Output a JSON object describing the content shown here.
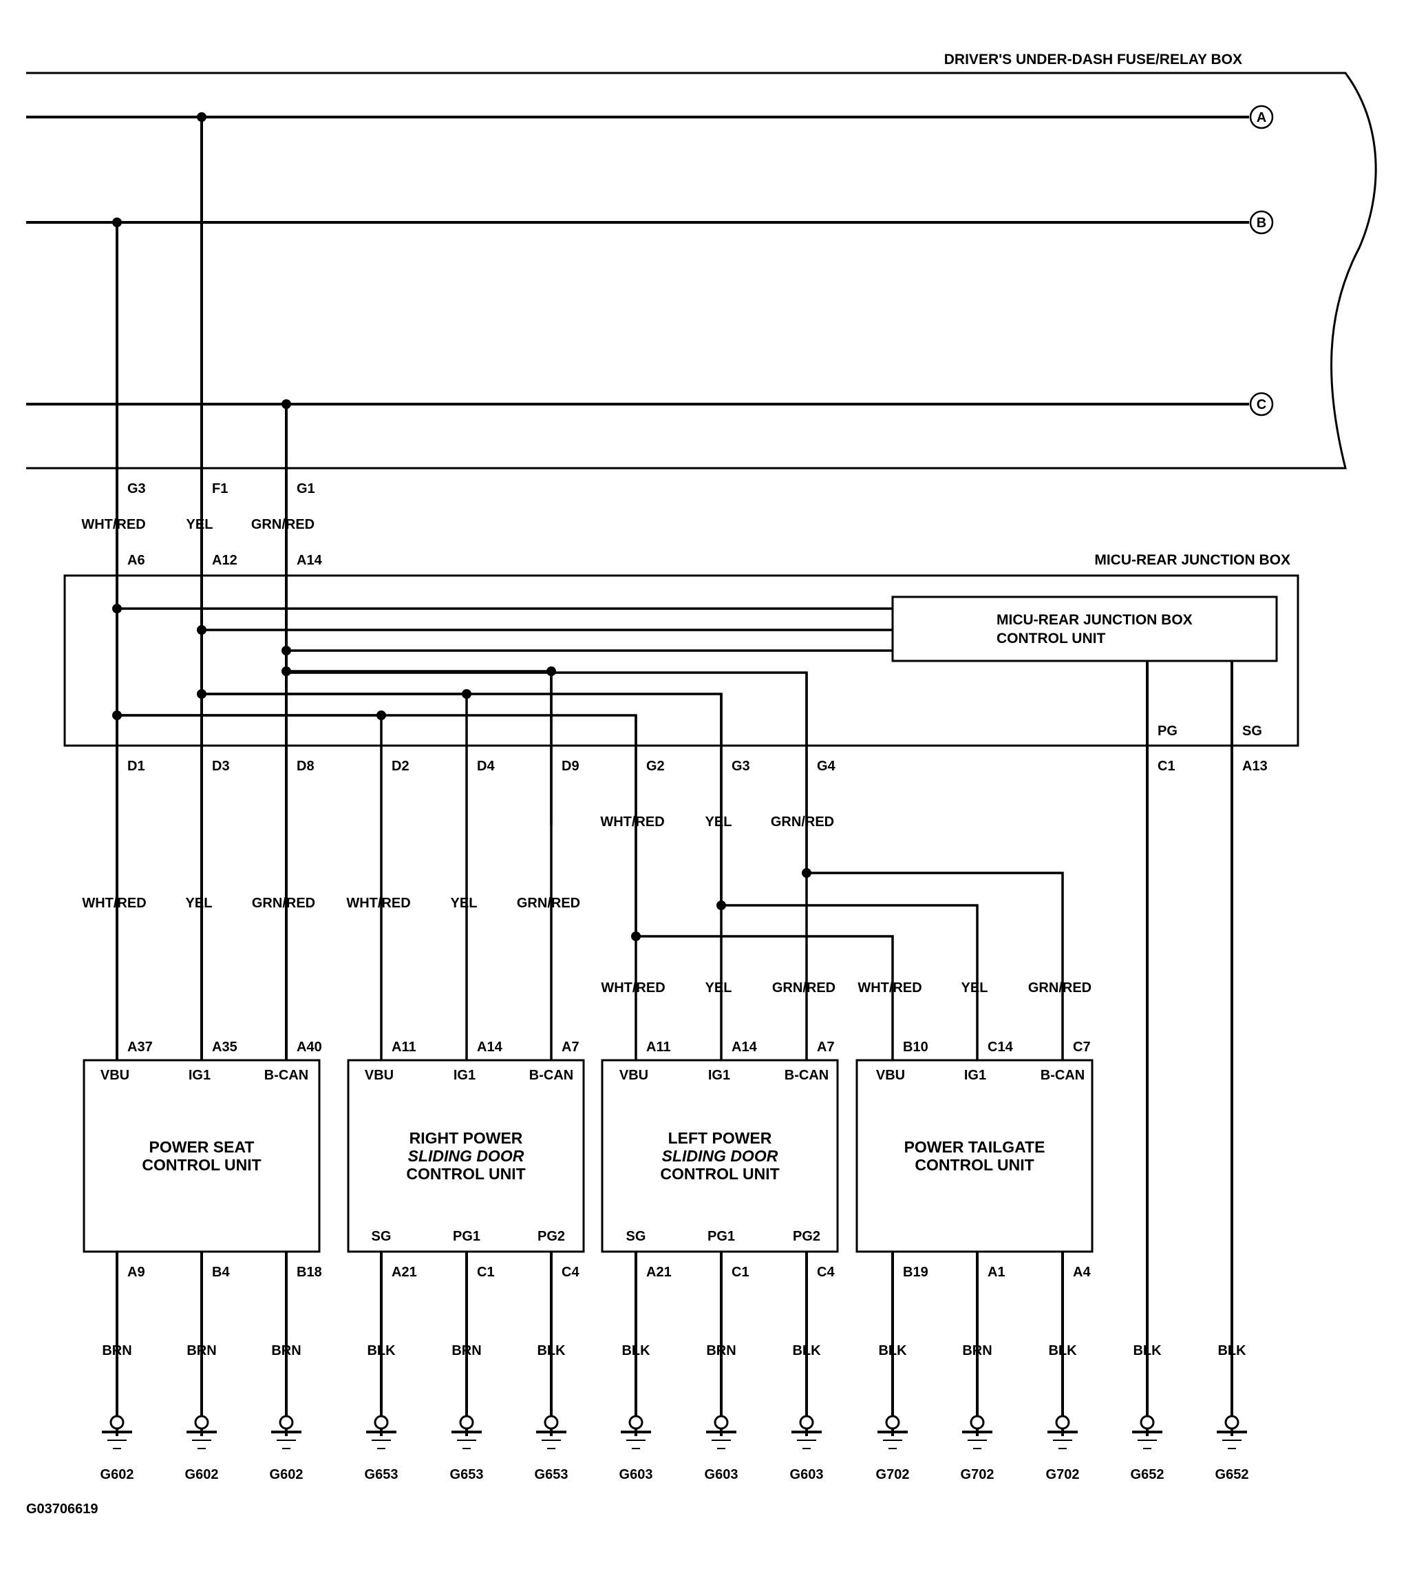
{
  "fuse_box": {
    "title": "DRIVER'S UNDER-DASH FUSE/RELAY BOX",
    "buses": [
      {
        "id": "A"
      },
      {
        "id": "B"
      },
      {
        "id": "C"
      }
    ]
  },
  "upper_wires": [
    {
      "terminal": "G3",
      "color": "WHT/RED",
      "micu_terminal": "A6"
    },
    {
      "terminal": "F1",
      "color": "YEL",
      "micu_terminal": "A12"
    },
    {
      "terminal": "G1",
      "color": "GRN/RED",
      "micu_terminal": "A14"
    }
  ],
  "micu": {
    "title": "MICU-REAR JUNCTION BOX",
    "control_unit": [
      "MICU-REAR JUNCTION BOX",
      "CONTROL UNIT"
    ],
    "pg": {
      "label": "PG",
      "terminal": "C1",
      "wire": "BLK",
      "ground": "G652"
    },
    "sg": {
      "label": "SG",
      "terminal": "A13",
      "wire": "BLK",
      "ground": "G652"
    },
    "outputs": [
      "D1",
      "D3",
      "D8",
      "D2",
      "D4",
      "D9",
      "G2",
      "G3",
      "G4"
    ]
  },
  "mid_wire_labels": [
    "WHT/RED",
    "YEL",
    "GRN/RED"
  ],
  "units": [
    {
      "name": [
        "POWER SEAT",
        "CONTROL UNIT"
      ],
      "italic_line": -1,
      "top_terminals": [
        "A37",
        "A35",
        "A40"
      ],
      "top_pins": [
        "VBU",
        "IG1",
        "B-CAN"
      ],
      "bottom_pins": [
        "",
        "",
        ""
      ],
      "bottom_terminals": [
        "A9",
        "B4",
        "B18"
      ],
      "ground_wires": [
        "BRN",
        "BRN",
        "BRN"
      ],
      "grounds": [
        "G602",
        "G602",
        "G602"
      ]
    },
    {
      "name": [
        "RIGHT POWER",
        "SLIDING DOOR",
        "CONTROL UNIT"
      ],
      "italic_line": 1,
      "top_terminals": [
        "A11",
        "A14",
        "A7"
      ],
      "top_pins": [
        "VBU",
        "IG1",
        "B-CAN"
      ],
      "bottom_pins": [
        "SG",
        "PG1",
        "PG2"
      ],
      "bottom_terminals": [
        "A21",
        "C1",
        "C4"
      ],
      "ground_wires": [
        "BLK",
        "BRN",
        "BLK"
      ],
      "grounds": [
        "G653",
        "G653",
        "G653"
      ]
    },
    {
      "name": [
        "LEFT POWER",
        "SLIDING DOOR",
        "CONTROL UNIT"
      ],
      "italic_line": 1,
      "top_terminals": [
        "A11",
        "A14",
        "A7"
      ],
      "top_pins": [
        "VBU",
        "IG1",
        "B-CAN"
      ],
      "bottom_pins": [
        "SG",
        "PG1",
        "PG2"
      ],
      "bottom_terminals": [
        "A21",
        "C1",
        "C4"
      ],
      "ground_wires": [
        "BLK",
        "BRN",
        "BLK"
      ],
      "grounds": [
        "G603",
        "G603",
        "G603"
      ]
    },
    {
      "name": [
        "POWER TAILGATE",
        "CONTROL UNIT"
      ],
      "italic_line": -1,
      "top_terminals": [
        "B10",
        "C14",
        "C7"
      ],
      "top_pins": [
        "VBU",
        "IG1",
        "B-CAN"
      ],
      "bottom_pins": [
        "",
        "",
        ""
      ],
      "bottom_terminals": [
        "B19",
        "A1",
        "A4"
      ],
      "ground_wires": [
        "BLK",
        "BRN",
        "BLK"
      ],
      "grounds": [
        "G702",
        "G702",
        "G702"
      ]
    }
  ],
  "figure_id": "G03706619"
}
